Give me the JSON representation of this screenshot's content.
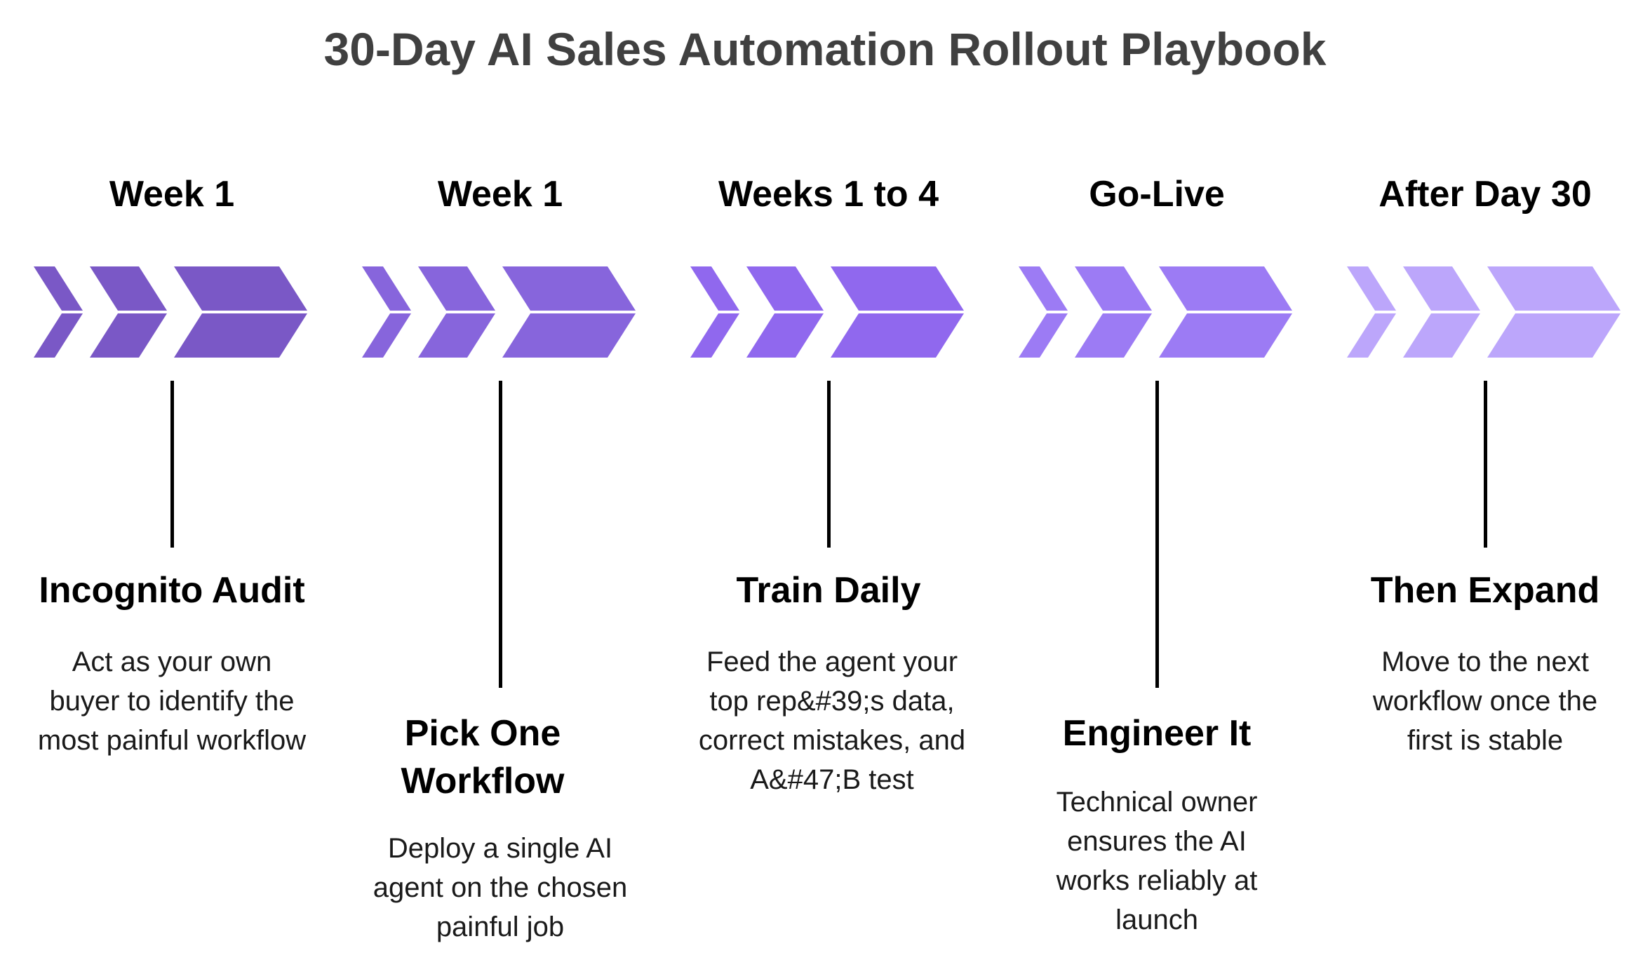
{
  "title": "30-Day AI Sales Automation Rollout Playbook",
  "colors": {
    "title": "#404040",
    "text": "#000000",
    "connector": "#000000"
  },
  "stages": [
    {
      "week": "Week 1",
      "title": "Incognito Audit",
      "description": "Act as your own buyer to identify the most painful workflow",
      "arrow_color": "#7a58c6"
    },
    {
      "week": "Week 1",
      "title": "Pick One Workflow",
      "description": "Deploy a single AI agent on the chosen painful job",
      "arrow_color": "#8765dc"
    },
    {
      "week": "Weeks 1 to 4",
      "title": "Train Daily",
      "description": "Feed the agent your top rep&#39;s data, correct mistakes, and A&#47;B test",
      "arrow_color": "#9068ee"
    },
    {
      "week": "Go-Live",
      "title": "Engineer It",
      "description": "Technical owner ensures the AI works reliably at launch",
      "arrow_color": "#9c7bf4"
    },
    {
      "week": "After Day 30",
      "title": "Then Expand",
      "description": "Move to the next workflow once the first is stable",
      "arrow_color": "#bca6fb"
    }
  ]
}
